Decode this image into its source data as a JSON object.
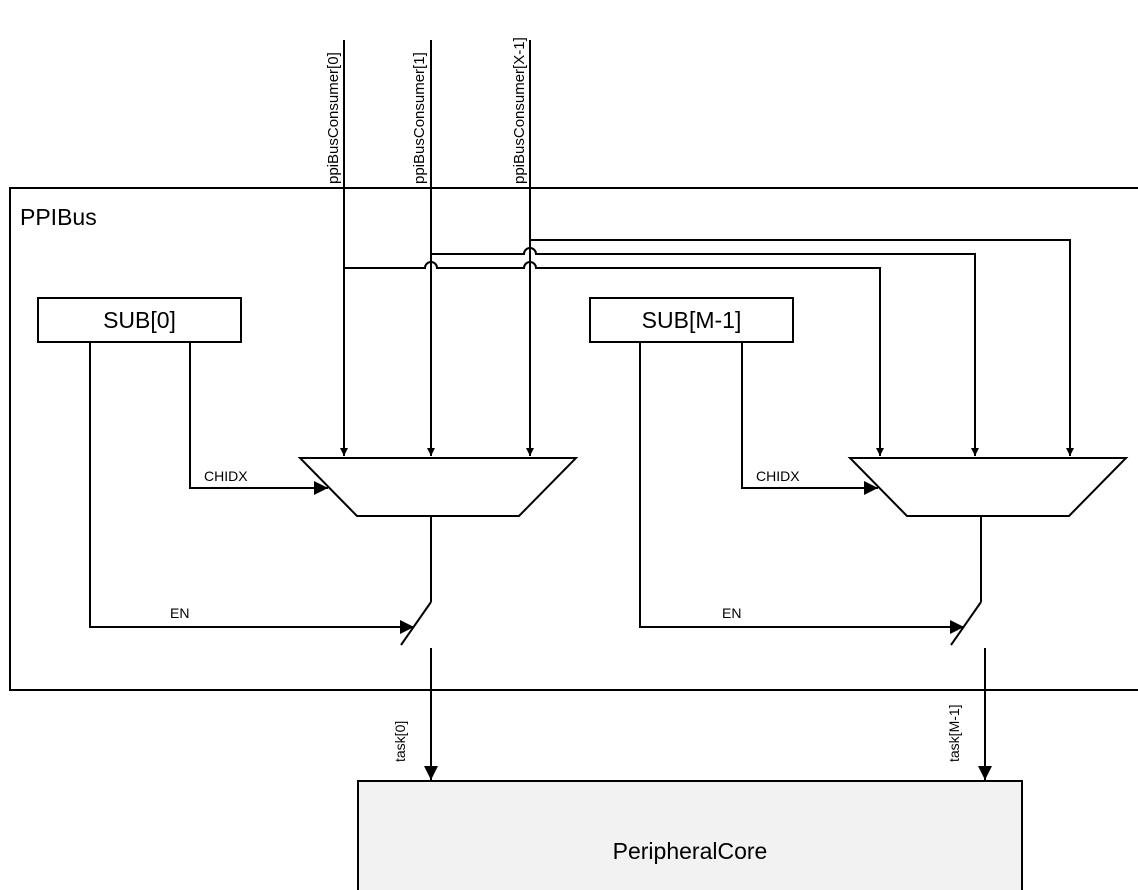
{
  "block": {
    "label": "PPIBus"
  },
  "subscribers": [
    {
      "label": "SUB[0]",
      "chidx_label": "CHIDX",
      "en_label": "EN",
      "output_label": "task[0]"
    },
    {
      "label": "SUB[M-1]",
      "chidx_label": "CHIDX",
      "en_label": "EN",
      "output_label": "task[M-1]"
    }
  ],
  "bus_inputs": [
    "ppiBusConsumer[0]",
    "ppiBusConsumer[1]",
    "ppiBusConsumer[X-1]"
  ],
  "core": {
    "label": "PeripheralCore",
    "fill": "#f2f2f2"
  }
}
